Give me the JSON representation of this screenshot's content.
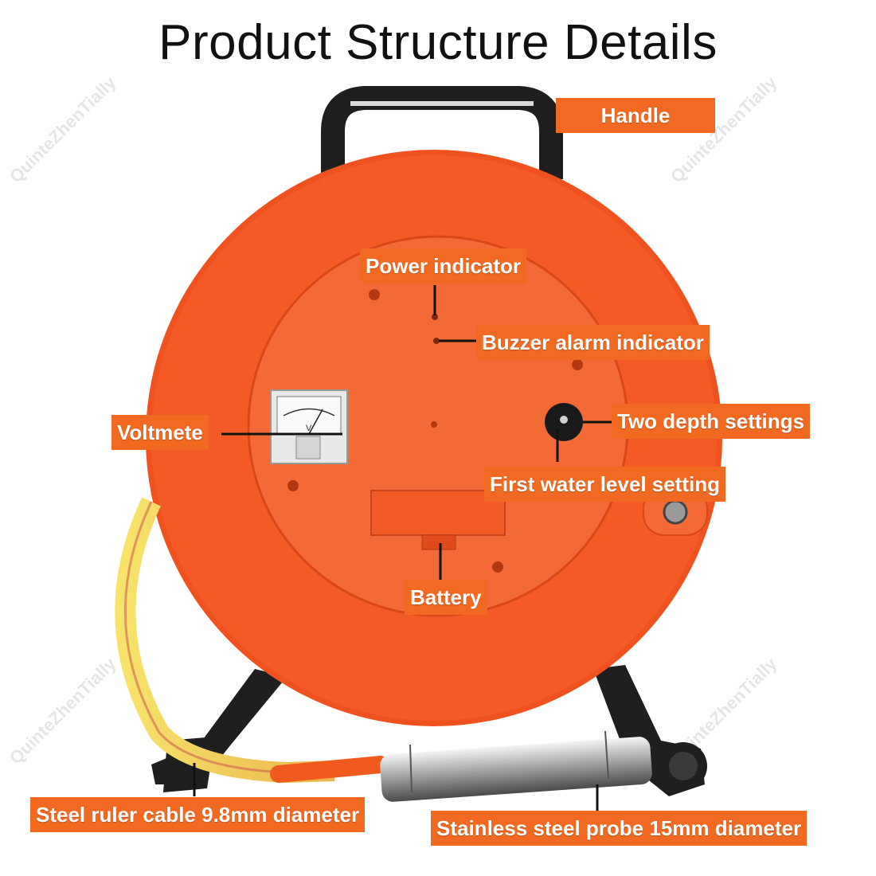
{
  "title": "Product Structure Details",
  "watermark": "QuinteZhenTially",
  "labels": {
    "handle": "Handle",
    "power_indicator": "Power indicator",
    "buzzer_alarm_indicator": "Buzzer alarm indicator",
    "voltmeter": "Voltmete",
    "two_depth_settings": "Two depth settings",
    "first_water_level_setting": "First water level setting",
    "battery": "Battery",
    "steel_ruler_cable": "Steel ruler cable 9.8mm diameter",
    "stainless_steel_probe": "Stainless steel probe  15mm diameter"
  },
  "voltmeter_unit": "V",
  "colors": {
    "label_bg": "#f26a21",
    "reel": "#f0521f",
    "reel_inner": "#f46a37",
    "frame": "#222222"
  }
}
